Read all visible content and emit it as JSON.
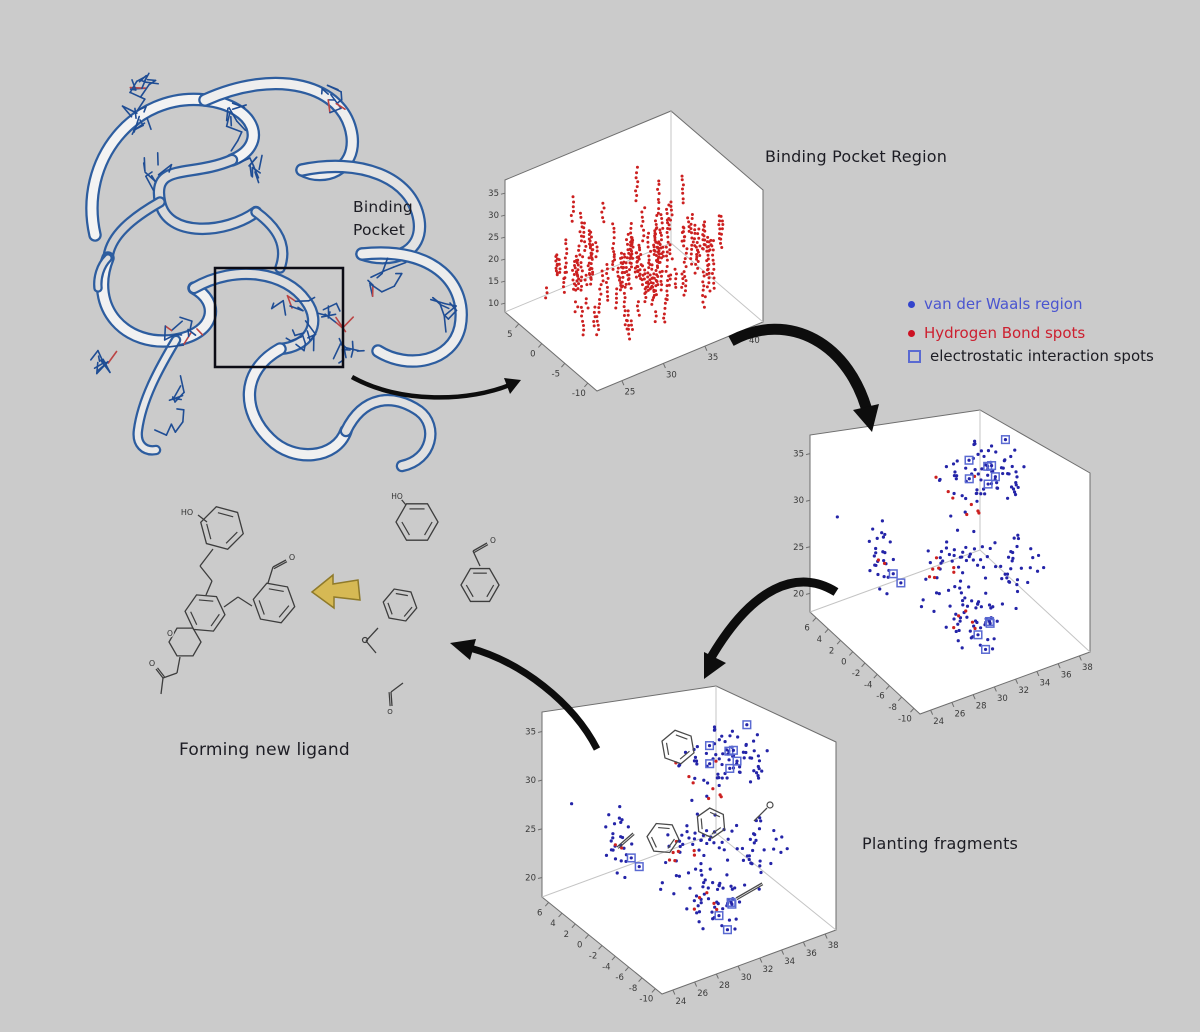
{
  "colors": {
    "background": "#cbcbcb",
    "plot_background": "#ffffff",
    "vdw_blue": "#2424a8",
    "hbond_red": "#cc2020",
    "electro_square": "#5a6ad2",
    "axis_line": "#6e6e6e",
    "inner_edge": "#c4c4c4",
    "tick_text": "#3a3a3a",
    "label_text": "#1d1d24",
    "legend_blue_text": "#4a55d0",
    "legend_red_text": "#cc2030",
    "arrow_black": "#0d0d0d",
    "yellow_arrow_fill": "#d6b954",
    "yellow_arrow_stroke": "#8f7a2a",
    "ribbon_outline": "#2d5d9f",
    "stick_blue": "#1f4d94",
    "stick_red": "#bb4444",
    "pocket_box": "#0b0b14",
    "molecule_stroke": "#3d3d3d"
  },
  "labels": {
    "binding_pocket_line1": "Binding",
    "binding_pocket_line2": "Pocket",
    "forming_new_ligand": "Forming new ligand"
  },
  "legend": {
    "items": [
      {
        "label": "van der Waals region",
        "marker": "dot",
        "marker_color": "#3344cc",
        "text_color": "#4a55d0"
      },
      {
        "label": "Hydrogen Bond spots",
        "marker": "dot",
        "marker_color": "#cc1122",
        "text_color": "#cc2030"
      },
      {
        "label": "electrostatic interaction spots",
        "marker": "square",
        "marker_color": "#5a6ad2",
        "text_color": "#1d1d24"
      }
    ]
  },
  "molecules": {
    "ligand": {
      "name": "new ligand",
      "atom_labels": {
        "hydroxyl": "HO",
        "aldehyde_o": "O",
        "ring_o": "O",
        "ketone_o": "O"
      }
    },
    "fragments": {
      "names": [
        "phenol",
        "benzaldehyde",
        "benzene",
        "ether",
        "acetaldehyde"
      ],
      "atom_labels": {
        "phenol_ho": "HO",
        "benzaldehyde_o": "O",
        "acetaldehyde_o": "O"
      }
    },
    "planted_fragments": [
      "benzene-ring",
      "benzene-ring",
      "benzene-ring",
      "vinyl",
      "vinyl",
      "methoxy"
    ]
  },
  "chart_data": [
    {
      "type": "scatter",
      "projection": "3d",
      "title": "Binding Pocket Region",
      "grid": false,
      "axes": {
        "z": {
          "ticks": [
            10,
            15,
            20,
            25,
            30,
            35
          ],
          "range": [
            8,
            38
          ]
        },
        "left": {
          "ticks": [
            5,
            0,
            -5,
            -10
          ],
          "range": [
            -12,
            8
          ]
        },
        "right": {
          "ticks": [
            25,
            30,
            35,
            40
          ],
          "range": [
            22,
            42
          ]
        }
      },
      "series": [
        {
          "name": "Hydrogen Bond spots",
          "color": "red",
          "marker": "dot",
          "type": "columns",
          "columns": 135,
          "points_per_column": [
            3,
            8
          ],
          "fx": [
            0.06,
            0.94
          ],
          "fy": [
            0.08,
            0.92
          ],
          "fz": [
            0.06,
            0.92
          ],
          "seed": 7
        }
      ]
    },
    {
      "type": "scatter",
      "projection": "3d",
      "title": "",
      "grid": false,
      "axes": {
        "z": {
          "ticks": [
            20,
            25,
            30,
            35
          ],
          "range": [
            18,
            37
          ]
        },
        "left": {
          "ticks": [
            6,
            4,
            2,
            0,
            -2,
            -4,
            -6,
            -8,
            -10
          ],
          "range": [
            -11,
            7
          ]
        },
        "right": {
          "ticks": [
            24,
            26,
            28,
            30,
            32,
            34,
            36,
            38
          ],
          "range": [
            23,
            39
          ]
        }
      },
      "series_legend": [
        "van der Waals region",
        "Hydrogen Bond spots",
        "electrostatic interaction spots"
      ],
      "clusters": [
        {
          "n": 70,
          "c": [
            0.55,
            0.28,
            0.88
          ],
          "s": [
            0.17,
            0.14,
            0.09
          ],
          "color": "blue",
          "marker": "dot",
          "seed": 11
        },
        {
          "n": 8,
          "c": [
            0.4,
            0.24,
            0.85
          ],
          "s": [
            0.07,
            0.08,
            0.07
          ],
          "color": "red",
          "marker": "dot",
          "seed": 12
        },
        {
          "n": 7,
          "c": [
            0.57,
            0.3,
            0.89
          ],
          "s": [
            0.13,
            0.1,
            0.06
          ],
          "color": "blue",
          "marker": "square",
          "seed": 13
        },
        {
          "n": 26,
          "c": [
            0.09,
            0.52,
            0.52
          ],
          "s": [
            0.05,
            0.1,
            0.12
          ],
          "color": "blue",
          "marker": "dot",
          "seed": 14
        },
        {
          "n": 2,
          "c": [
            0.11,
            0.5,
            0.45
          ],
          "s": [
            0.03,
            0.05,
            0.05
          ],
          "color": "red",
          "marker": "dot",
          "seed": 15
        },
        {
          "n": 2,
          "c": [
            0.17,
            0.44,
            0.38
          ],
          "s": [
            0.03,
            0.04,
            0.04
          ],
          "color": "blue",
          "marker": "square",
          "seed": 16
        },
        {
          "n": 52,
          "c": [
            0.45,
            0.33,
            0.42
          ],
          "s": [
            0.15,
            0.11,
            0.14
          ],
          "color": "blue",
          "marker": "dot",
          "seed": 17
        },
        {
          "n": 7,
          "c": [
            0.32,
            0.28,
            0.46
          ],
          "s": [
            0.06,
            0.07,
            0.06
          ],
          "color": "red",
          "marker": "dot",
          "seed": 18
        },
        {
          "n": 28,
          "c": [
            0.73,
            0.22,
            0.38
          ],
          "s": [
            0.08,
            0.09,
            0.12
          ],
          "color": "blue",
          "marker": "dot",
          "seed": 19
        },
        {
          "n": 42,
          "c": [
            0.5,
            0.28,
            0.16
          ],
          "s": [
            0.12,
            0.09,
            0.08
          ],
          "color": "blue",
          "marker": "dot",
          "seed": 20
        },
        {
          "n": 5,
          "c": [
            0.42,
            0.26,
            0.19
          ],
          "s": [
            0.05,
            0.05,
            0.05
          ],
          "color": "red",
          "marker": "dot",
          "seed": 21
        },
        {
          "n": 4,
          "c": [
            0.56,
            0.28,
            0.11
          ],
          "s": [
            0.07,
            0.05,
            0.05
          ],
          "color": "blue",
          "marker": "square",
          "seed": 22
        },
        {
          "n": 1,
          "c": [
            0.02,
            0.78,
            0.58
          ],
          "s": [
            0.001,
            0.001,
            0.001
          ],
          "color": "blue",
          "marker": "dot",
          "seed": 23
        }
      ]
    },
    {
      "type": "scatter",
      "projection": "3d",
      "title": "Planting fragments",
      "grid": false,
      "axes": {
        "z": {
          "ticks": [
            20,
            25,
            30,
            35
          ],
          "range": [
            18,
            37
          ]
        },
        "left": {
          "ticks": [
            6,
            4,
            2,
            0,
            -2,
            -4,
            -6,
            -8,
            -10
          ],
          "range": [
            -11,
            7
          ]
        },
        "right": {
          "ticks": [
            24,
            26,
            28,
            30,
            32,
            34,
            36,
            38
          ],
          "range": [
            23,
            39
          ]
        }
      },
      "clusters_same_as_plot": 1,
      "overlay": "molecular fragments planted among interaction spots"
    }
  ]
}
